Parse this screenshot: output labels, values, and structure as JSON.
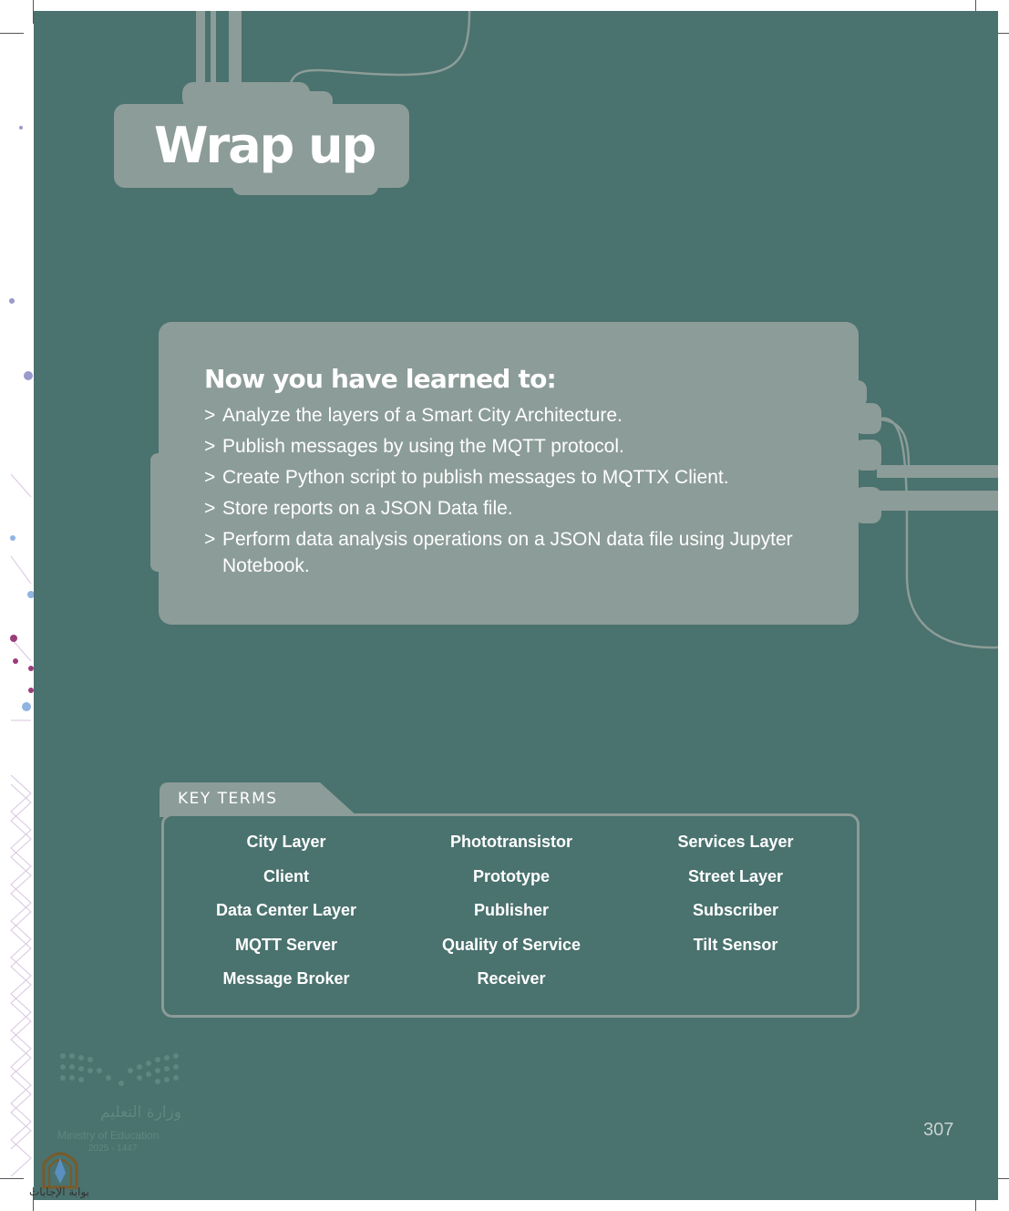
{
  "wrap_up": {
    "title": "Wrap up"
  },
  "learned": {
    "heading": "Now you have learned to:",
    "bullet": ">",
    "items": [
      "Analyze the layers of a Smart City Architecture.",
      "Publish messages by using the MQTT protocol.",
      "Create Python script to publish messages to MQTTX Client.",
      "Store reports on a JSON Data file.",
      "Perform data analysis operations on a JSON data file using Jupyter Notebook."
    ]
  },
  "key_terms": {
    "label": "KEY TERMS",
    "columns": [
      [
        "City Layer",
        "Client",
        "Data Center Layer",
        "MQTT Server",
        "Message Broker"
      ],
      [
        "Phototransistor",
        "Prototype",
        "Publisher",
        "Quality of Service",
        "Receiver"
      ],
      [
        "Services Layer",
        "Street Layer",
        "Subscriber",
        "Tilt Sensor"
      ]
    ]
  },
  "footer": {
    "page_number": "307",
    "ministry_arabic": "وزارة التعليم",
    "ministry_english": "Ministry of Education",
    "ministry_year": "2025 - 1447",
    "site_name": "بوابة الإجابات"
  },
  "colors": {
    "page_background": "#4a726e",
    "panel": "#8c9c98",
    "text": "#ffffff"
  }
}
